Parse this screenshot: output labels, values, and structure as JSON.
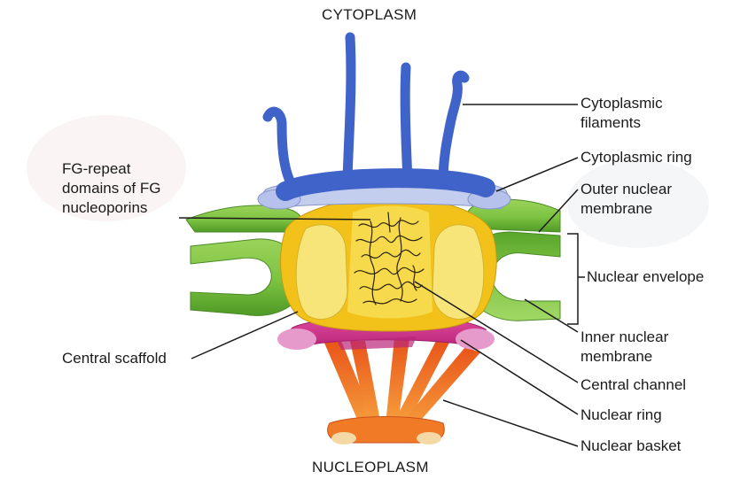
{
  "regions": {
    "top": "CYTOPLASM",
    "bottom": "NUCLEOPLASM"
  },
  "labels": {
    "cytoplasmic_filaments": [
      "Cytoplasmic",
      "filaments"
    ],
    "cytoplasmic_ring": "Cytoplasmic ring",
    "outer_nuclear_membrane": [
      "Outer nuclear",
      "membrane"
    ],
    "nuclear_envelope": "Nuclear envelope",
    "inner_nuclear_membrane": [
      "Inner nuclear",
      "membrane"
    ],
    "central_channel": "Central channel",
    "nuclear_ring": "Nuclear ring",
    "nuclear_basket": "Nuclear basket",
    "fg_repeat": [
      "FG-repeat",
      "domains of FG",
      "nucleoporins"
    ],
    "central_scaffold": "Central scaffold"
  },
  "colors": {
    "cytoplasmic_filaments": "#3f63c9",
    "cytoplasmic_ring": "#b9c6ea",
    "membrane": "#7cc241",
    "central_scaffold": "#f5c81c",
    "central_channel": "#f7d94c",
    "nuclear_ring": "#d9368f",
    "nuclear_ring_ends": "#e69acb",
    "nuclear_basket": "#f06a1f",
    "leader": "#1b1b1b"
  }
}
